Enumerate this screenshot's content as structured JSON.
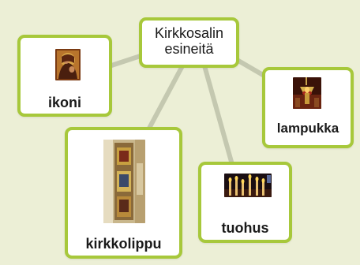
{
  "center": {
    "title": "Kirkkosalin esineitä"
  },
  "nodes": [
    {
      "id": "ikoni",
      "label": "ikoni",
      "icon": "icon-painting"
    },
    {
      "id": "lampukka",
      "label": "lampukka",
      "icon": "votive-lamp-photo"
    },
    {
      "id": "kirkkolippu",
      "label": "kirkkolippu",
      "icon": "church-banner-photo"
    },
    {
      "id": "tuohus",
      "label": "tuohus",
      "icon": "candles-photo"
    }
  ],
  "colors": {
    "background": "#ecefd6",
    "card_border": "#a7c83b",
    "connector": "#c4c8b0"
  }
}
